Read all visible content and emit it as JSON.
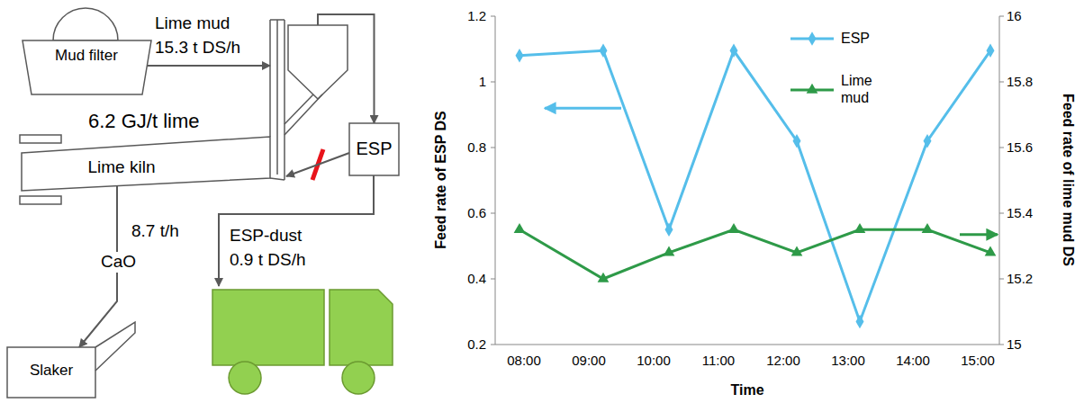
{
  "diagram": {
    "nodes": [
      {
        "text": [
          "Mud filter"
        ]
      },
      {
        "text": [
          "Lime kiln"
        ]
      },
      {
        "text": [
          "ESP"
        ]
      },
      {
        "text": [
          "Slaker"
        ]
      }
    ],
    "edges": [
      {
        "from": 0,
        "to": 1,
        "label": "Lime mud 15.3 t DS/h",
        "arrow": "to"
      },
      {
        "from": 1,
        "to": 2,
        "arrow": "to"
      },
      {
        "from": 2,
        "to": 1,
        "arrow": "to"
      },
      {
        "from": 1,
        "to": 3,
        "label": "CaO",
        "arrow": "to"
      }
    ],
    "labels": [
      "6.2 GJ/t lime",
      "8.7 t/h",
      "ESP-dust 0.9 t DS/h",
      "1.2",
      "1",
      "0.8",
      "0.6",
      "0.4",
      "0.2",
      "16",
      "15.8",
      "15.6",
      "15.4",
      "15.2",
      "15",
      "08:00",
      "09:00",
      "10:00",
      "11:00",
      "12:00",
      "13:00",
      "14:00",
      "15:00",
      "Feed rate of ESP DS",
      "Feed rate of lime mud DS",
      "Time"
    ],
    "legend": [
      {
        "text": "ESP"
      },
      {
        "text": "Lime mud"
      }
    ]
  }
}
